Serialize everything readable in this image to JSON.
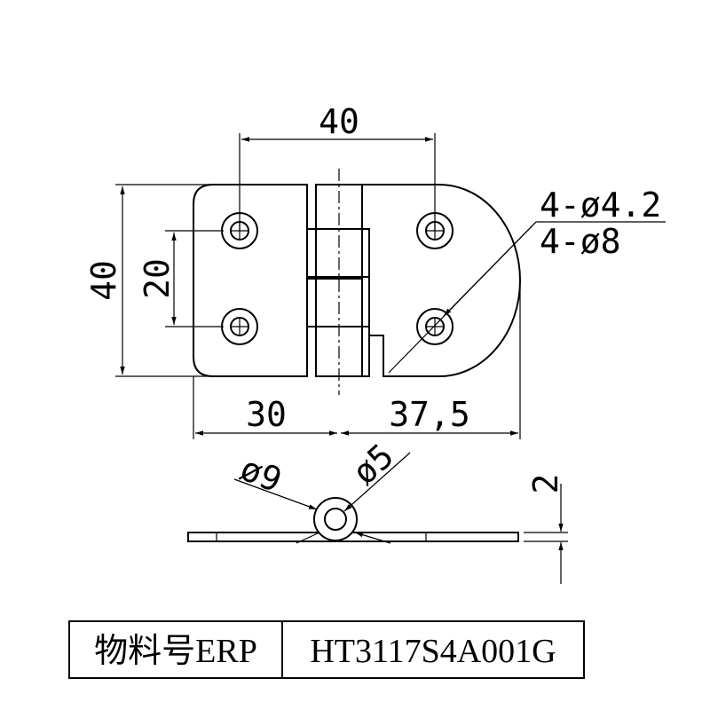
{
  "dimensions": {
    "top_width": "40",
    "left_height": "40",
    "hole_spacing": "20",
    "left_leaf": "30",
    "right_leaf": "37,5",
    "holes_small": "4-ø4.2",
    "holes_large": "4-ø8",
    "knuckle_outer": "ø9",
    "knuckle_inner": "ø5",
    "thickness": "2"
  },
  "title_block": {
    "label": "物料号ERP",
    "part_number": "HT3117S4A001G"
  }
}
